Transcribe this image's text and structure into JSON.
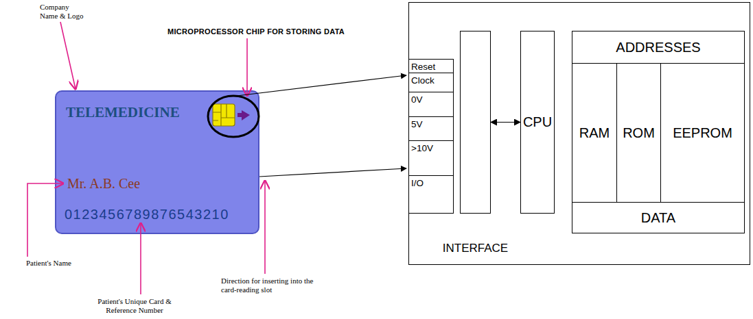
{
  "diagram": {
    "nodes": [
      {
        "text": [
          "TELEMEDICINE",
          "Mr. A.B. Cee",
          "0123456789876543210"
        ]
      },
      {
        "text": [
          "Reset"
        ]
      },
      {
        "text": [
          "Clock"
        ]
      },
      {
        "text": [
          "0V"
        ]
      },
      {
        "text": [
          "5V"
        ]
      },
      {
        "text": [
          ">10V"
        ]
      },
      {
        "text": [
          "I/O"
        ]
      },
      {
        "text": [
          "INTERFACE"
        ]
      },
      {
        "text": [
          "CPU"
        ]
      },
      {
        "text": [
          "ADDRESSES"
        ]
      },
      {
        "text": [
          "RAM"
        ]
      },
      {
        "text": [
          "ROM"
        ]
      },
      {
        "text": [
          "EEPROM"
        ]
      },
      {
        "text": [
          "DATA"
        ]
      }
    ],
    "edges": [
      {
        "from": 7,
        "to": 8,
        "arrow": "both"
      }
    ],
    "labels": [
      "Company Name & Logo",
      "MICROPROCESSOR CHIP FOR STORING DATA",
      "Patient's Name",
      "Patient's Unique Card & Reference Number",
      "Direction for inserting into the card-reading slot"
    ]
  }
}
